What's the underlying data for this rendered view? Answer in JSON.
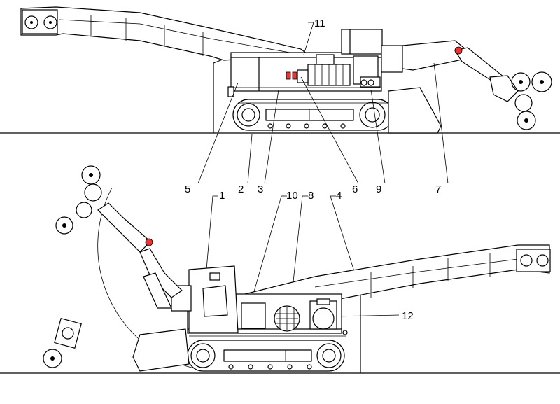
{
  "labels": {
    "l1": "1",
    "l2": "2",
    "l3": "3",
    "l4": "4",
    "l5": "5",
    "l6": "6",
    "l7": "7",
    "l8": "8",
    "l9": "9",
    "l10": "10",
    "l11": "11",
    "l12": "12"
  },
  "colors": {
    "line": "#000000",
    "accent": "#e33333",
    "background": "#ffffff"
  }
}
